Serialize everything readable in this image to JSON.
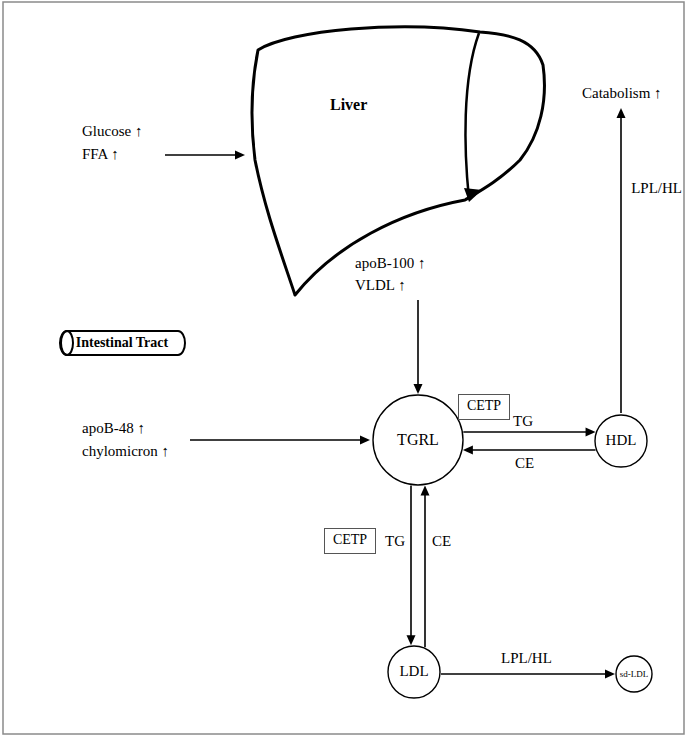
{
  "diagram": {
    "nodes": [
      {
        "text": [
          "Liver"
        ]
      },
      {
        "text": [
          "Intestinal Tract"
        ]
      },
      {
        "text": [
          "TGRL"
        ]
      },
      {
        "text": [
          "CETP"
        ]
      },
      {
        "text": [
          "HDL"
        ]
      },
      {
        "text": [
          "CETP"
        ]
      },
      {
        "text": [
          "LDL"
        ]
      },
      {
        "text": [
          "sd-LDL"
        ]
      }
    ],
    "edges": [
      {
        "from": 0,
        "to": 2,
        "arrow": "to"
      },
      {
        "from": 2,
        "to": 4,
        "label": "TG",
        "arrow": "to"
      },
      {
        "from": 4,
        "to": 2,
        "label": "CE",
        "arrow": "to"
      },
      {
        "from": 2,
        "to": 6,
        "label": "TG",
        "arrow": "to"
      },
      {
        "from": 6,
        "to": 2,
        "label": "CE",
        "arrow": "to"
      },
      {
        "from": 6,
        "to": 7,
        "label": "LPL/HL",
        "arrow": "to"
      }
    ],
    "labels": [
      "Glucose ↑",
      "FFA ↑",
      "apoB-100 ↑",
      "VLDL ↑",
      "apoB-48 ↑",
      "chylomicron ↑",
      "Catabolism ↑",
      "LPL/HL"
    ]
  }
}
